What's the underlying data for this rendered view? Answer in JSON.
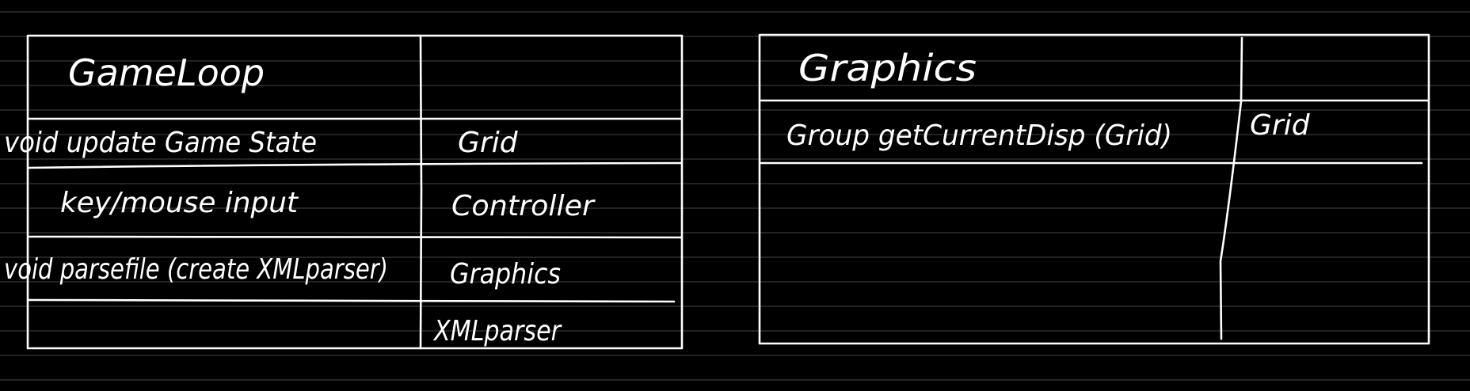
{
  "colors": {
    "background": "#000000",
    "ink": "#ffffff",
    "ruled_lines": "#2f2f2f"
  },
  "cards": [
    {
      "title": "GameLoop",
      "rows": [
        {
          "responsibility": "void update Game State",
          "collaborator": "Grid"
        },
        {
          "responsibility": "key/mouse input",
          "collaborator": "Controller"
        },
        {
          "responsibility": "void parsefile (create XMLparser)",
          "collaborator": "Graphics"
        },
        {
          "responsibility": "",
          "collaborator": "XMLparser"
        }
      ]
    },
    {
      "title": "Graphics",
      "rows": [
        {
          "responsibility": "Group   getCurrentDisp (Grid)",
          "collaborator": "Grid"
        }
      ]
    }
  ]
}
